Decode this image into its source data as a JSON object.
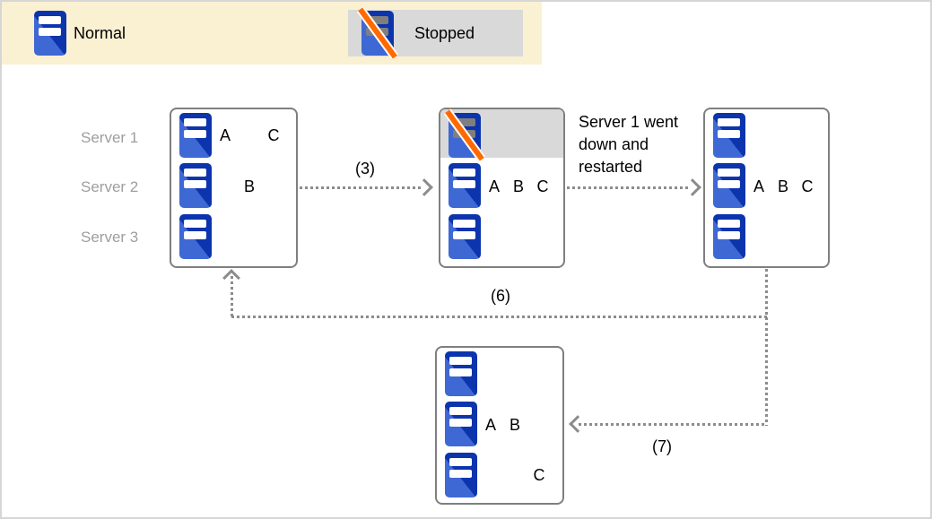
{
  "legend": {
    "normal_label": "Normal",
    "stopped_label": "Stopped"
  },
  "server_labels": [
    "Server 1",
    "Server 2",
    "Server 3"
  ],
  "annotation": "Server 1 went down and restarted",
  "arrow_labels": {
    "step3": "(3)",
    "step6": "(6)",
    "step7": "(7)"
  },
  "boxes": [
    {
      "rows": [
        {
          "slots": [
            "A",
            "",
            "C"
          ]
        },
        {
          "slots": [
            "",
            "B",
            ""
          ]
        },
        {
          "slots": [
            "",
            "",
            ""
          ]
        }
      ]
    },
    {
      "rows": [
        {
          "slots": [
            "",
            "",
            ""
          ]
        },
        {
          "slots": [
            "A",
            "B",
            "C"
          ]
        },
        {
          "slots": [
            "",
            "",
            ""
          ]
        }
      ]
    },
    {
      "rows": [
        {
          "slots": [
            "",
            "",
            ""
          ]
        },
        {
          "slots": [
            "A",
            "B",
            "C"
          ]
        },
        {
          "slots": [
            "",
            "",
            ""
          ]
        }
      ]
    },
    {
      "rows": [
        {
          "slots": [
            "",
            "",
            ""
          ]
        },
        {
          "slots": [
            "A",
            "B",
            ""
          ]
        },
        {
          "slots": [
            "",
            "",
            "C"
          ]
        }
      ]
    }
  ],
  "colors": {
    "server_blue_dark": "#0C34AD",
    "server_blue_light": "#3E68D4",
    "stopped_slash_orange": "#FF6A00",
    "legend_background": "#FAF0D2",
    "stopped_background": "#D9D9D9",
    "box_border_gray": "#7F7F7F",
    "arrow_gray": "#8C8C8C",
    "server_label_gray": "#9E9E9E"
  }
}
